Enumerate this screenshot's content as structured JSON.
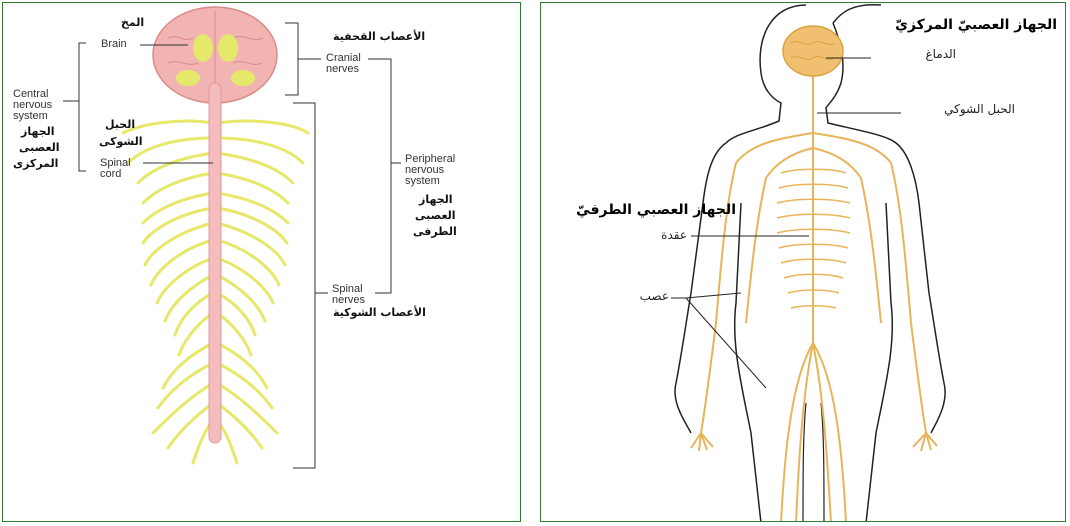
{
  "left": {
    "brain_ar": "المخ",
    "brain_en": "Brain",
    "cns_en_1": "Central",
    "cns_en_2": "nervous",
    "cns_en_3": "system",
    "cns_ar_1": "الجهاز",
    "cns_ar_2": "العصبى",
    "cns_ar_3": "المركزى",
    "cord_ar_1": "الحبل",
    "cord_ar_2": "الشوكى",
    "cord_en_1": "Spinal",
    "cord_en_2": "cord",
    "cranial_ar": "الأعصاب القحفية",
    "cranial_en_1": "Cranial",
    "cranial_en_2": "nerves",
    "pns_en_1": "Peripheral",
    "pns_en_2": "nervous",
    "pns_en_3": "system",
    "pns_ar_1": "الجهاز",
    "pns_ar_2": "العصبى",
    "pns_ar_3": "الطرفى",
    "spinal_en_1": "Spinal",
    "spinal_en_2": "nerves",
    "spinal_ar": "الأعصاب الشوكية"
  },
  "right": {
    "cns_title": "الجهاز العصبيّ المركزيّ",
    "brain": "الدماغ",
    "cord": "الحبل الشوكي",
    "pns_title": "الجهاز العصبي الطرفيّ",
    "ganglion": "عقدة",
    "nerve": "عصب"
  },
  "colors": {
    "border": "#2e7d32",
    "nerve_yellow": "#e8ea6a",
    "brain_pink": "#f2b8b8",
    "body_nerve": "#e8b45a",
    "brain_orange": "#f0c070"
  }
}
